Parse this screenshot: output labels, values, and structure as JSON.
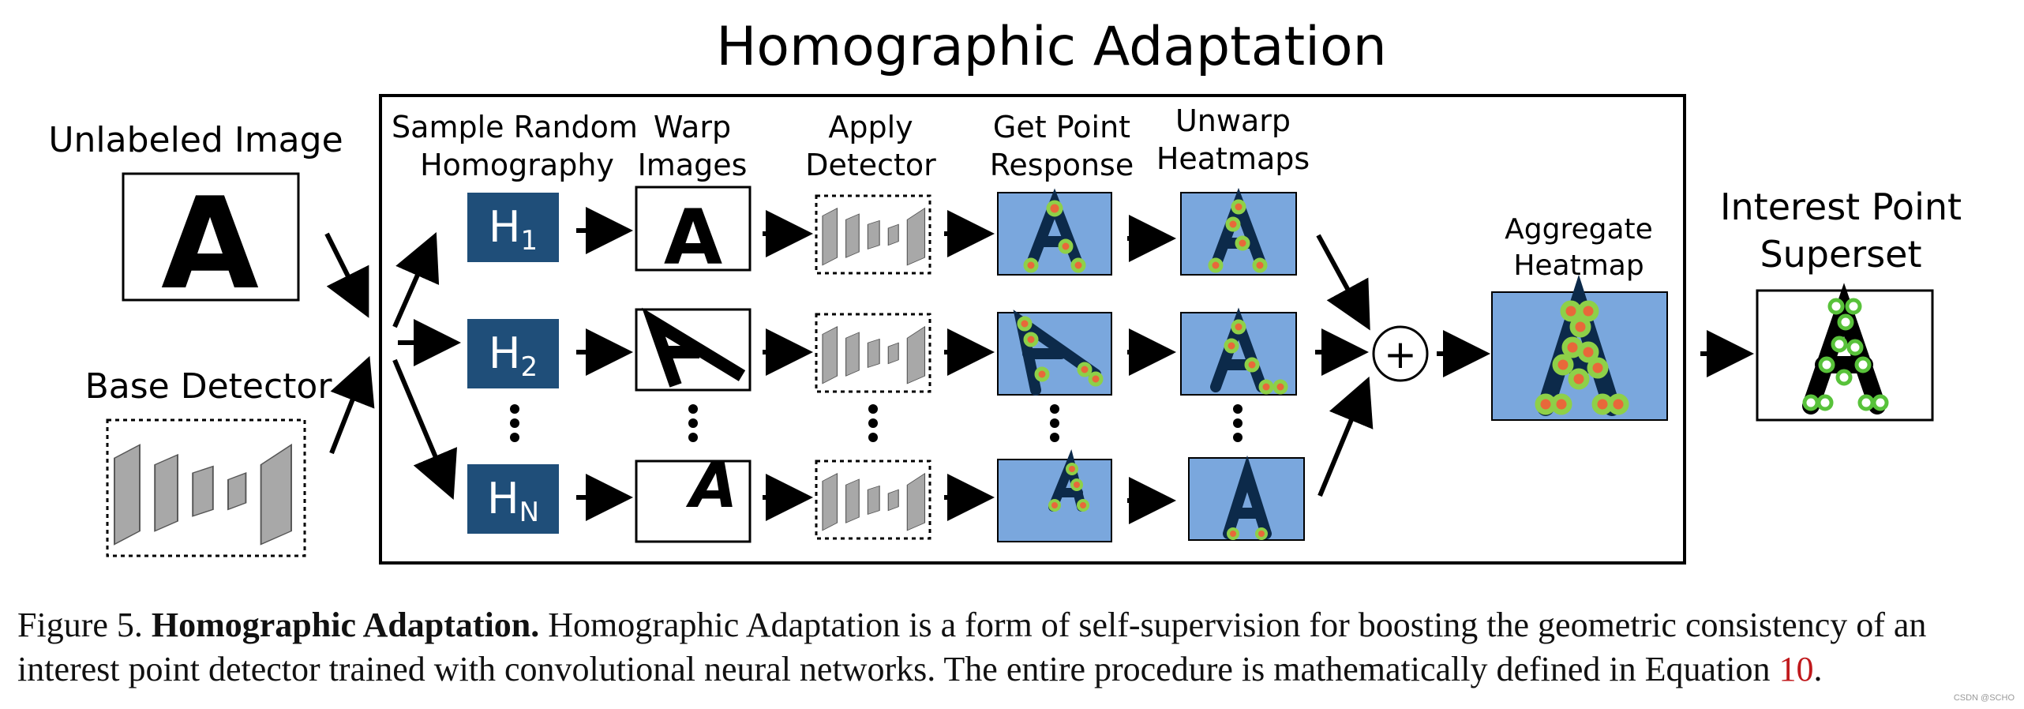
{
  "diagram": {
    "title": "Homographic Adaptation",
    "left_labels": {
      "unlabeled_image": "Unlabeled Image",
      "base_detector": "Base Detector",
      "image_glyph": "A"
    },
    "stage_headers": [
      [
        "Sample Random",
        "Homography"
      ],
      [
        "Warp",
        "Images"
      ],
      [
        "Apply",
        "Detector"
      ],
      [
        "Get Point",
        "Response"
      ],
      [
        "Unwarp",
        "Heatmaps"
      ]
    ],
    "homographies": [
      {
        "letter": "H",
        "sub": "1"
      },
      {
        "letter": "H",
        "sub": "2"
      },
      {
        "letter": "H",
        "sub": "N"
      }
    ],
    "warp_glyph": "A",
    "sum_symbol": "+",
    "aggregate_label": [
      "Aggregate",
      "Heatmap"
    ],
    "output_label": [
      "Interest Point",
      "Superset"
    ],
    "colors": {
      "homography_box": "#1f4e79",
      "heatmap_bg": "#7aa7dd",
      "letter_dark": "#0c2a4a",
      "point_ring": "#8ed048",
      "point_core": "#e8683a",
      "output_point": "#58c23a",
      "detector_fill": "#a8a8a8"
    }
  },
  "caption": {
    "prefix": "Figure 5. ",
    "bold": "Homographic Adaptation.",
    "body": " Homographic Adaptation is a form of self-supervision for boosting the geometric consistency of an interest point detector trained with convolutional neural networks. The entire procedure is mathematically defined in Equation ",
    "ref": "10",
    "suffix": "."
  },
  "watermark": "CSDN @SCHO"
}
